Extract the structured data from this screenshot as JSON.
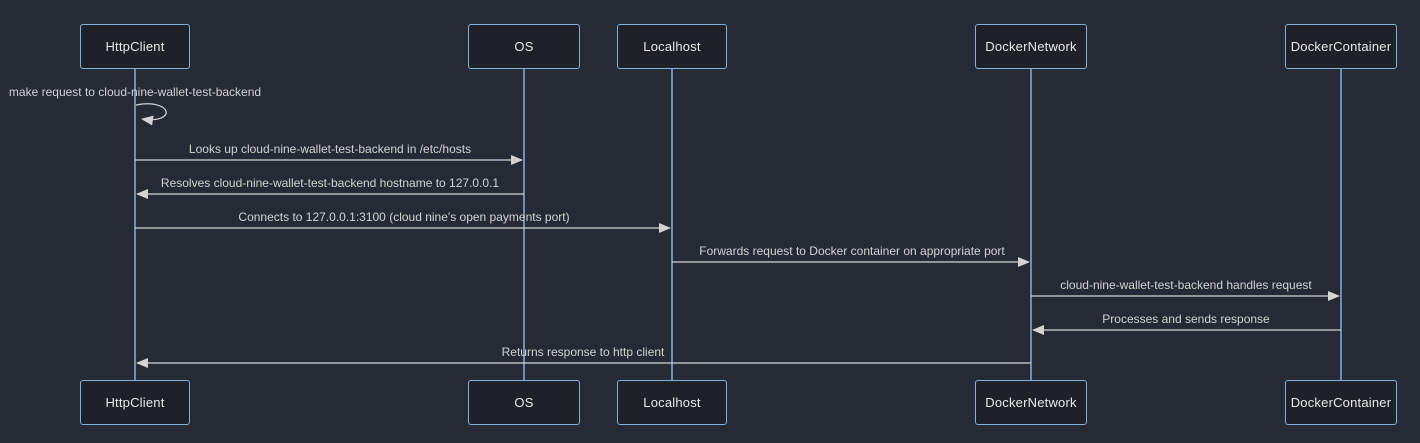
{
  "diagram": {
    "type": "sequence-diagram",
    "actors": [
      {
        "id": "httpclient",
        "label": "HttpClient"
      },
      {
        "id": "os",
        "label": "OS"
      },
      {
        "id": "localhost",
        "label": "Localhost"
      },
      {
        "id": "dockernetwork",
        "label": "DockerNetwork"
      },
      {
        "id": "dockercontainer",
        "label": "DockerContainer"
      }
    ],
    "messages": [
      {
        "from": "HttpClient",
        "to": "HttpClient",
        "kind": "self",
        "text": "make request to cloud-nine-wallet-test-backend"
      },
      {
        "from": "HttpClient",
        "to": "OS",
        "kind": "solid-arrow",
        "text": "Looks up cloud-nine-wallet-test-backend in /etc/hosts"
      },
      {
        "from": "OS",
        "to": "HttpClient",
        "kind": "solid-arrow",
        "text": "Resolves cloud-nine-wallet-test-backend hostname to 127.0.0.1"
      },
      {
        "from": "HttpClient",
        "to": "Localhost",
        "kind": "solid-arrow",
        "text": "Connects to 127.0.0.1:3100 (cloud nine's open payments port)"
      },
      {
        "from": "Localhost",
        "to": "DockerNetwork",
        "kind": "solid-arrow",
        "text": "Forwards request to Docker container on appropriate port"
      },
      {
        "from": "DockerNetwork",
        "to": "DockerContainer",
        "kind": "solid-arrow",
        "text": "cloud-nine-wallet-test-backend handles request"
      },
      {
        "from": "DockerContainer",
        "to": "DockerNetwork",
        "kind": "solid-arrow",
        "text": "Processes and sends response"
      },
      {
        "from": "DockerNetwork",
        "to": "HttpClient",
        "kind": "solid-arrow",
        "text": "Returns response to http client"
      }
    ],
    "colors": {
      "background": "#252a34",
      "actor_fill": "#1e2228",
      "actor_border": "#81b1db",
      "lifeline": "#81b1db",
      "signal": "#d3d3d3",
      "actor_text": "#e8e8e8",
      "message_text": "#d3d3d3"
    }
  }
}
